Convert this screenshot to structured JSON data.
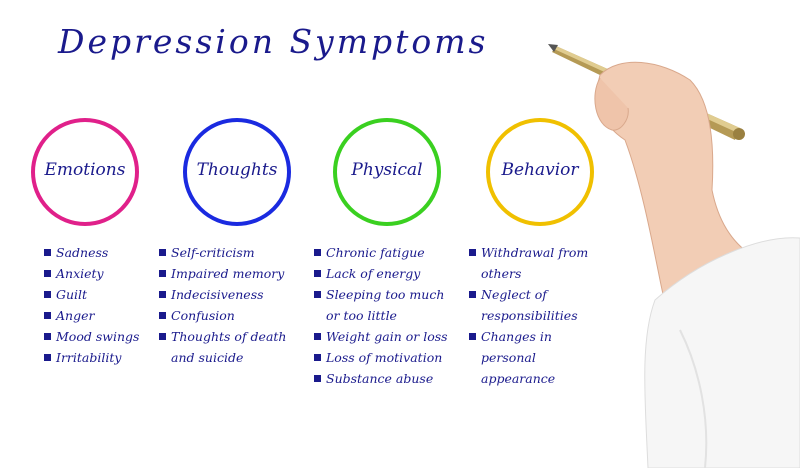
{
  "title": "Depression Symptoms",
  "categories": [
    {
      "label": "Emotions",
      "color": "#e0208a",
      "items": [
        "Sadness",
        "Anxiety",
        "Guilt",
        "Anger",
        "Mood swings",
        "Irritability"
      ]
    },
    {
      "label": "Thoughts",
      "color": "#1a2ae0",
      "items": [
        "Self-criticism",
        "Impaired memory",
        "Indecisiveness",
        "Confusion",
        "Thoughts of death and suicide"
      ]
    },
    {
      "label": "Physical",
      "color": "#3ad020",
      "items": [
        "Chronic fatigue",
        "Lack of energy",
        "Sleeping too much or too little",
        "Weight gain or loss",
        "Loss of motivation",
        "Substance abuse"
      ]
    },
    {
      "label": "Behavior",
      "color": "#f0c000",
      "items": [
        "Withdrawal from others",
        "Neglect of responsibilities",
        "Changes in personal appearance"
      ]
    }
  ]
}
